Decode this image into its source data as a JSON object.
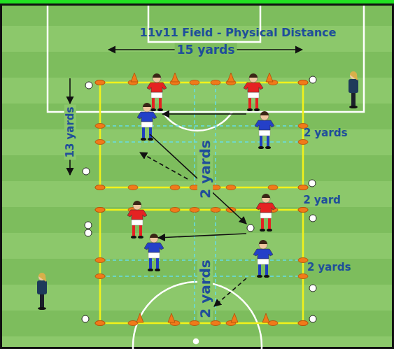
{
  "diagram": {
    "title": "11v11 Field - Physical Distance",
    "labels": [
      "15 yards",
      "2 yards",
      "13 yards",
      "2 yards",
      "2 yard",
      "2 yards",
      "2 yards"
    ]
  }
}
